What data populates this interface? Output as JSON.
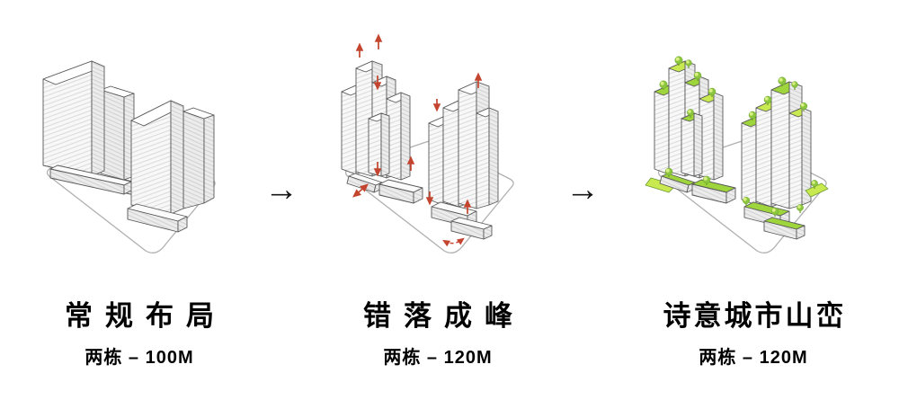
{
  "panels": [
    {
      "title": "常规布局",
      "subtitle": "两栋 – 100M"
    },
    {
      "title": "错落成峰",
      "subtitle": "两栋 – 120M"
    },
    {
      "title": "诗意城市山峦",
      "subtitle": "两栋 – 120M"
    }
  ],
  "transition_arrow": "→",
  "colors": {
    "accent-red": "#c4452f",
    "roof-green": "#9ed43c",
    "roof-green-light": "#c8e94f",
    "tree-green": "#8cc63f",
    "tree-light": "#d9ef82"
  }
}
